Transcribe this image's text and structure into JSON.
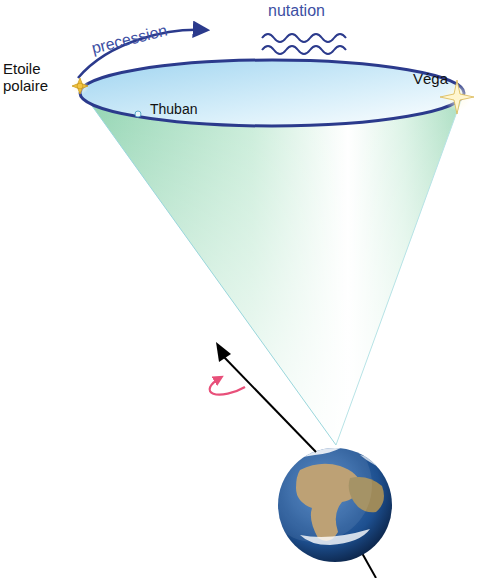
{
  "diagram": {
    "labels": [
      "precession",
      "nutation",
      "Etoile polaire",
      "Thuban",
      "Véga"
    ]
  }
}
